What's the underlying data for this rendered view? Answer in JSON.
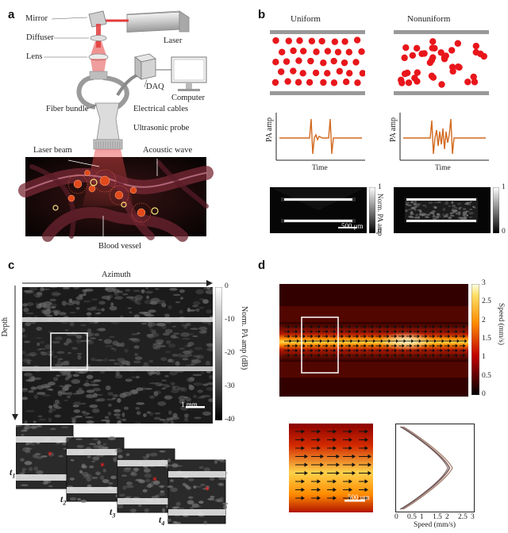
{
  "panels": {
    "a": "a",
    "b": "b",
    "c": "c",
    "d": "d"
  },
  "setup": {
    "mirror": "Mirror",
    "diffuser": "Diffuser",
    "lens": "Lens",
    "laser": "Laser",
    "daq": "DAQ",
    "computer": "Computer",
    "fiber_bundle": "Fiber bundle",
    "electrical_cables": "Electrical cables",
    "ultrasonic_probe": "Ultrasonic probe",
    "laser_beam": "Laser beam",
    "acoustic_wave": "Acoustic wave",
    "blood_vessel": "Blood vessel"
  },
  "panel_b": {
    "uniform_title": "Uniform",
    "nonuniform_title": "Nonuniform",
    "signal_ylabel": "PA amp",
    "signal_xlabel": "Time",
    "colorbar_label": "Norm. PA amp",
    "colorbar_max": "1",
    "colorbar_min": "0",
    "scalebar": "500 μm"
  },
  "panel_c": {
    "azimuth": "Azimuth",
    "depth": "Depth",
    "colorbar_label": "Norm. PA amp (dB)",
    "colorbar_ticks": [
      "0",
      "-10",
      "-20",
      "-30",
      "-40"
    ],
    "scalebar": "1 mm",
    "time_labels": [
      "t",
      "t",
      "t",
      "t"
    ],
    "time_subs": [
      "1",
      "2",
      "3",
      "4"
    ]
  },
  "panel_d": {
    "colorbar_label": "Speed (mm/s)",
    "colorbar_ticks": [
      "3",
      "2.5",
      "2",
      "1.5",
      "1",
      "0.5",
      "0"
    ],
    "scalebar": "500 μm",
    "profile_xlabel": "Speed (mm/s)",
    "profile_xticks": [
      "0",
      "0.5",
      "1",
      "1.5",
      "2",
      "2.5",
      "3"
    ]
  },
  "colors": {
    "laser_beam": "#e23b3b",
    "particle": "#e8161b",
    "signal": "#d2691e",
    "wall": "#999999"
  }
}
